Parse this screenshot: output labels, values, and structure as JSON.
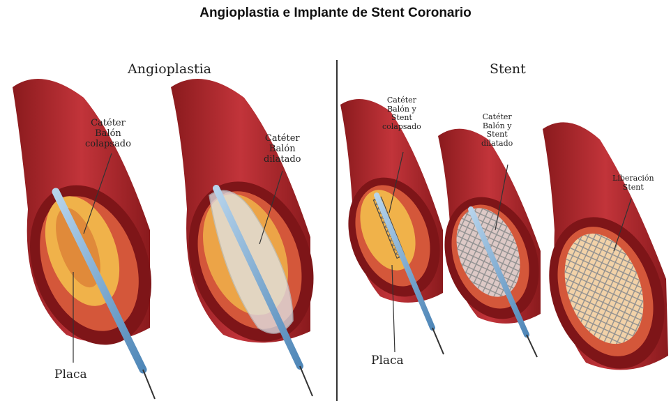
{
  "title": "Angioplastia e Implante de Stent Coronario",
  "sections": {
    "angioplasty": "Angioplastia",
    "stent": "Stent"
  },
  "labels": {
    "catheter_collapsed": "Catéter\nBalón\ncolapsado",
    "catheter_dilated": "Catéter\nBalón\ndilatado",
    "plaque_left": "Placa",
    "stent_collapsed": "Catéter\nBalón y\nStent\ncolapsado",
    "stent_dilated": "Catéter\nBalón y\nStent\ndilatado",
    "stent_release": "Liberación\nStent",
    "plaque_right": "Placa"
  },
  "colors": {
    "artery_outer": "#b3282c",
    "artery_dark": "#7e1518",
    "artery_inner": "#d4573a",
    "plaque": "#f0b24a",
    "catheter": "#7fb0d8",
    "balloon": "#dfe6ea",
    "stent_mesh": "#9a9a9a"
  }
}
